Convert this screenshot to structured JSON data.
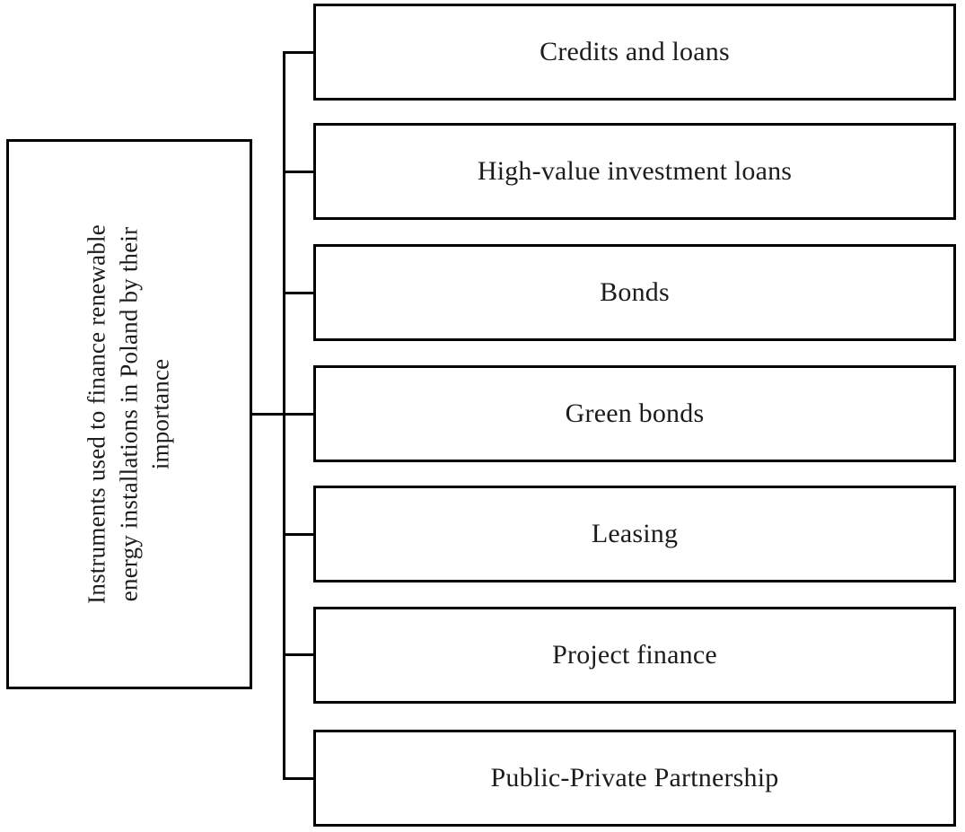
{
  "diagram": {
    "root": {
      "label": "Instruments used to finance renewable energy installations in Poland by their importance",
      "label_lines": [
        "Instruments used to finance renewable",
        "energy installations in Poland by their",
        "importance"
      ]
    },
    "items": [
      {
        "label": "Credits and loans"
      },
      {
        "label": "High-value investment loans"
      },
      {
        "label": "Bonds"
      },
      {
        "label": "Green bonds"
      },
      {
        "label": "Leasing"
      },
      {
        "label": "Project finance"
      },
      {
        "label": "Public-Private Partnership"
      }
    ],
    "colors": {
      "border": "#000000",
      "text": "#1c1c1c",
      "background": "#ffffff"
    }
  }
}
